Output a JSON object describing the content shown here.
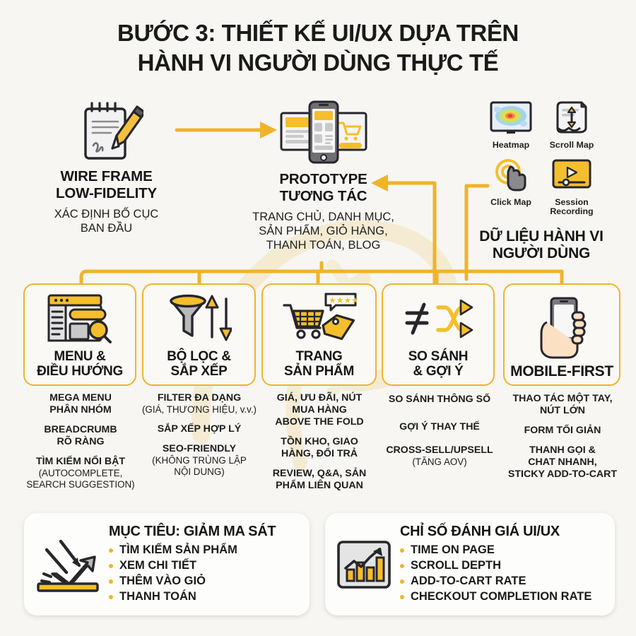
{
  "colors": {
    "accent": "#F0B429",
    "accent_light": "#F7CE68",
    "ink": "#1b1b1b",
    "gray": "#B9B9B9",
    "bg": "#f7f6f3"
  },
  "title": {
    "line1": "BƯỚC 3: THIẾT KẾ UI/UX DỰA TRÊN",
    "line2": "HÀNH VI NGƯỜI DÙNG THỰC TẾ"
  },
  "flow": {
    "wireframe": {
      "icon": "notepad-pencil-icon",
      "heading_line1": "WIRE FRAME",
      "heading_line2": "LOW-FIDELITY",
      "sub_line1": "XÁC ĐỊNH BỐ CỤC",
      "sub_line2": "BAN ĐẦU"
    },
    "prototype": {
      "icon": "devices-prototype-icon",
      "heading_line1": "PROTOTYPE",
      "heading_line2": "TƯƠNG TÁC",
      "sub_line1": "TRANG CHỦ, DANH MỤC,",
      "sub_line2": "SẢN PHẨM, GIỎ HÀNG,",
      "sub_line3": "THANH TOÁN, BLOG"
    },
    "behavior": {
      "heading_line1": "DỮ LIỆU HÀNH VI",
      "heading_line2": "NGƯỜI DÙNG",
      "tools": [
        {
          "icon": "heatmap-icon",
          "label": "Heatmap"
        },
        {
          "icon": "scroll-map-icon",
          "label": "Scroll Map"
        },
        {
          "icon": "click-map-icon",
          "label": "Click Map"
        },
        {
          "icon": "session-recording-icon",
          "label_line1": "Session",
          "label_line2": "Recording"
        }
      ]
    }
  },
  "cards": [
    {
      "icon": "browser-search-icon",
      "title_line1": "MENU &",
      "title_line2": "ĐIỀU HƯỚNG",
      "bullets": [
        {
          "main": "MEGA MENU\nPHÂN NHÓM"
        },
        {
          "main": "BREADCRUMB\nRÕ RÀNG"
        },
        {
          "main": "TÌM KIẾM NỔI BẬT",
          "note": "(AUTOCOMPLETE,\nSEARCH SUGGESTION)"
        }
      ]
    },
    {
      "icon": "funnel-sort-icon",
      "title_line1": "BỘ LỌC &",
      "title_line2": "SẮP XẾP",
      "bullets": [
        {
          "main": "FILTER ĐA DẠNG",
          "note": "(GIÁ, THƯƠNG HIỆU, v.v.)"
        },
        {
          "main": "SẮP XẾP HỢP LÝ"
        },
        {
          "main": "SEO-FRIENDLY",
          "note": "(KHÔNG TRÙNG LẬP\nNỘI DUNG)"
        }
      ]
    },
    {
      "icon": "cart-tag-rating-icon",
      "title_line1": "TRANG",
      "title_line2": "SẢN PHẨM",
      "bullets": [
        {
          "main": "GIÁ, ƯU ĐÃI, NÚT\nMUA HÀNG\nABOVE THE FOLD"
        },
        {
          "main": "TỒN KHO, GIAO\nHÀNG, ĐỔI TRẢ"
        },
        {
          "main": "REVIEW, Q&A, SẢN\nPHẨM LIÊN QUAN"
        }
      ]
    },
    {
      "icon": "compare-shuffle-icon",
      "title_line1": "SO SÁNH",
      "title_line2": "& GỢI Ý",
      "bullets": [
        {
          "main": "SO SÁNH THÔNG SỐ"
        },
        {
          "main": "GỢI Ý THAY THẾ"
        },
        {
          "main": "CROSS-SELL/UPSELL",
          "note": "(TĂNG AOV)"
        }
      ]
    },
    {
      "icon": "hand-phone-icon",
      "title_line1": "MOBILE-FIRST",
      "title_line2": "",
      "bullets": [
        {
          "main": "THAO TÁC MỘT TAY,\nNÚT LỚN"
        },
        {
          "main": "FORM TỐI GIẢN"
        },
        {
          "main": "THANH GỌI &\nCHAT NHANH,\nSTICKY ADD-TO-CART"
        }
      ]
    }
  ],
  "panels": [
    {
      "icon": "bounce-arrow-icon",
      "title": "MỤC TIÊU: GIẢM MA SÁT",
      "items": [
        "TÌM KIẾM SẢN PHẨM",
        "XEM CHI TIẾT",
        "THÊM VÀO GIỎ",
        "THANH TOÁN"
      ]
    },
    {
      "icon": "growth-chart-icon",
      "title": "CHỈ SỐ ĐÁNH GIÁ UI/UX",
      "items": [
        "TIME ON PAGE",
        "SCROLL DEPTH",
        "ADD-TO-CART RATE",
        "CHECKOUT COMPLETION RATE"
      ]
    }
  ]
}
